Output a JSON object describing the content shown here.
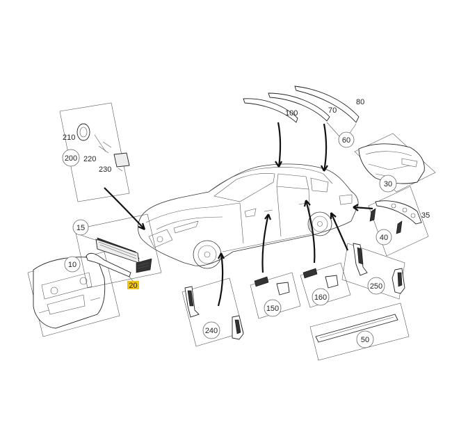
{
  "diagram": {
    "part_numbers": {
      "p10": "10",
      "p15": "15",
      "p20": "20",
      "p30": "30",
      "p35": "35",
      "p40": "40",
      "p50": "50",
      "p60": "60",
      "p70": "70",
      "p80": "80",
      "p100": "100",
      "p150": "150",
      "p160": "160",
      "p200": "200",
      "p210": "210",
      "p220": "220",
      "p230": "230",
      "p240": "240",
      "p250": "250"
    },
    "highlighted_part": "20",
    "colors": {
      "highlight": "#f5c400",
      "lines": "#333333",
      "background": "#ffffff"
    }
  }
}
